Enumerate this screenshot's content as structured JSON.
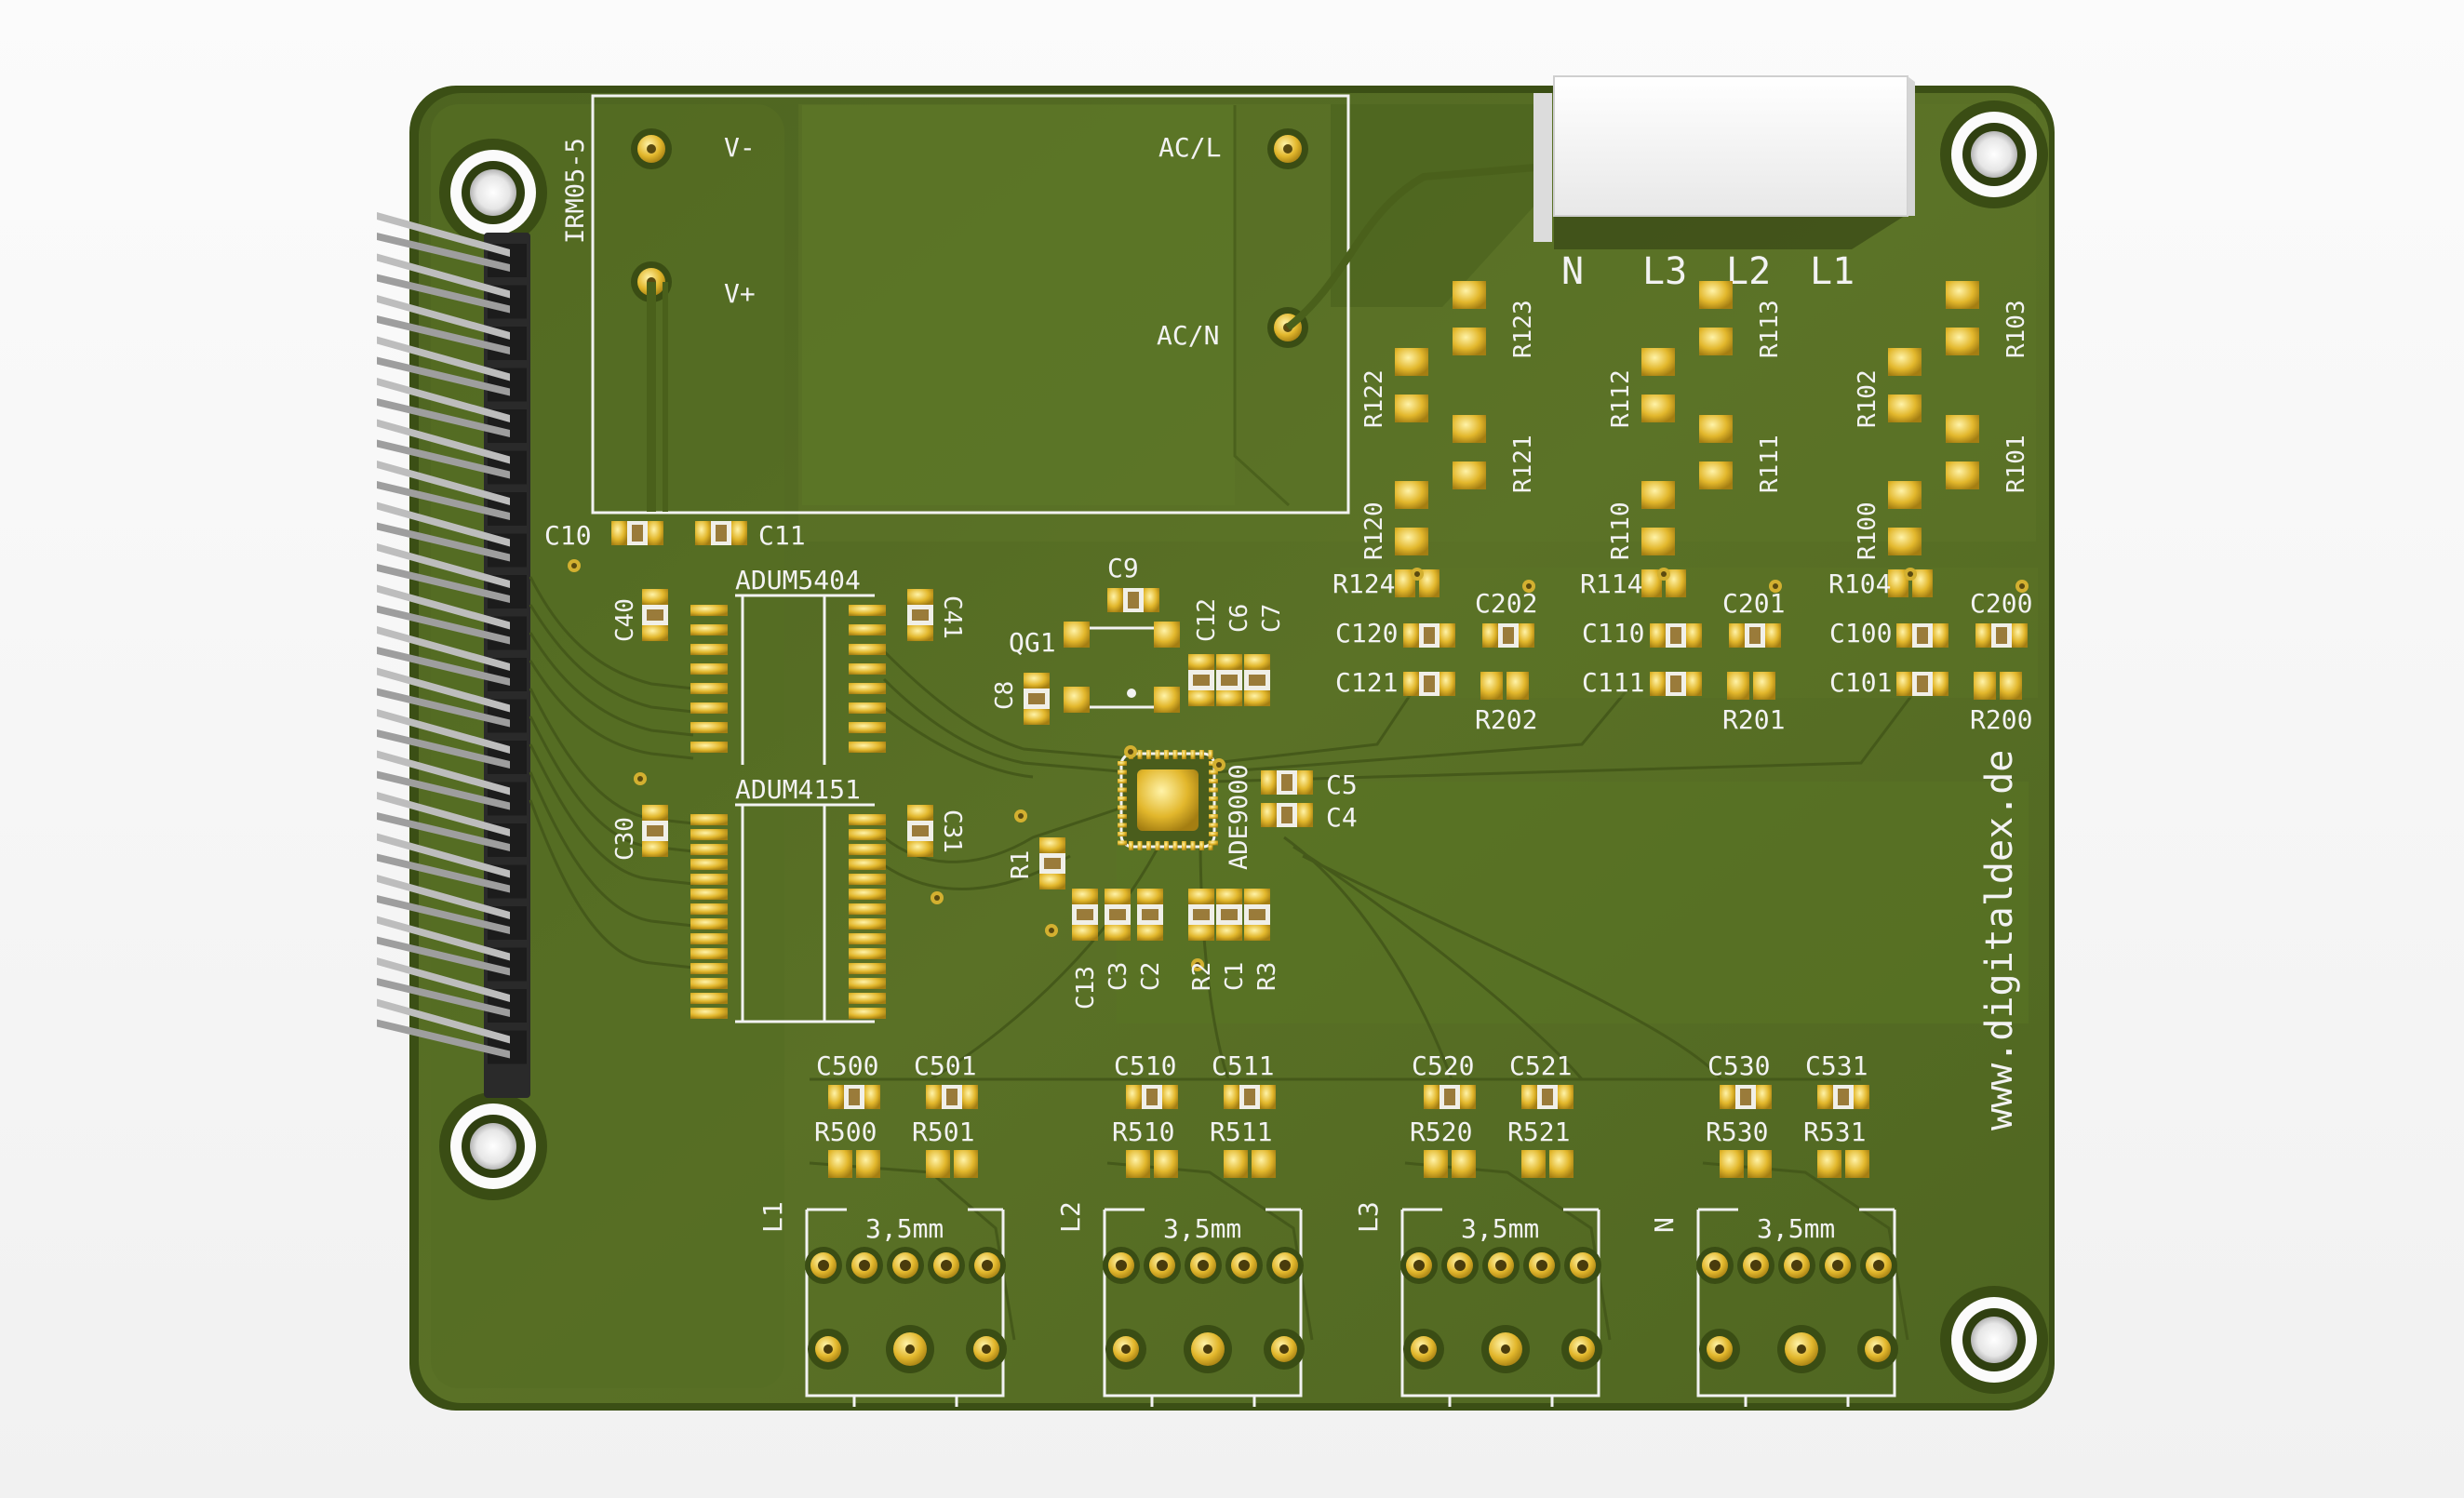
{
  "colors": {
    "background": "#f3f3f3",
    "board": "#556b22",
    "board_dark": "#3e5316",
    "copper_pour": "#5c7526",
    "silkscreen": "#f2f2f2",
    "pad_gold": "#e7c23a",
    "pin_header": "#2a2a2a",
    "pin_metal": "#c8c8c8"
  },
  "psu": {
    "ref": "IRM05-5",
    "vminus": "V-",
    "vplus": "V+",
    "acl": "AC/L",
    "acn": "AC/N"
  },
  "connector_labels": {
    "n": "N",
    "l3": "L3",
    "l2": "L2",
    "l1": "L1"
  },
  "ic": {
    "u1": "ADUM5404",
    "u2": "ADUM4151",
    "u3": "ADE9000",
    "osc": "QG1"
  },
  "website": "www.digitaldex.de",
  "caps_top": {
    "c10": "C10",
    "c11": "C11",
    "c40": "C40",
    "c41": "C41",
    "c30": "C30",
    "c31": "C31",
    "c9": "C9",
    "c8": "C8",
    "c12": "C12",
    "c6": "C6",
    "c7": "C7",
    "c5": "C5",
    "c4": "C4"
  },
  "bottom_small": {
    "r1": "R1",
    "c13": "C13",
    "c3": "C3",
    "c2": "C2",
    "r2": "R2",
    "c1": "C1",
    "r3": "R3"
  },
  "divider_resistors": {
    "r123": "R123",
    "r122": "R122",
    "r121": "R121",
    "r120": "R120",
    "r124": "R124",
    "r113": "R113",
    "r112": "R112",
    "r111": "R111",
    "r110": "R110",
    "r114": "R114",
    "r103": "R103",
    "r102": "R102",
    "r101": "R101",
    "r100": "R100",
    "r104": "R104"
  },
  "filter_parts": {
    "c202": "C202",
    "c120": "C120",
    "c121": "C121",
    "r202": "R202",
    "c201": "C201",
    "c110": "C110",
    "c111": "C111",
    "r201": "R201",
    "c200": "C200",
    "c100": "C100",
    "c101": "C101",
    "r200": "R200"
  },
  "channels": [
    {
      "c_a": "C500",
      "c_b": "C501",
      "r_a": "R500",
      "r_b": "R501",
      "line": "L1",
      "jack": "3,5mm"
    },
    {
      "c_a": "C510",
      "c_b": "C511",
      "r_a": "R510",
      "r_b": "R511",
      "line": "L2",
      "jack": "3,5mm"
    },
    {
      "c_a": "C520",
      "c_b": "C521",
      "r_a": "R520",
      "r_b": "R521",
      "line": "L3",
      "jack": "3,5mm"
    },
    {
      "c_a": "C530",
      "c_b": "C531",
      "r_a": "R530",
      "r_b": "R531",
      "line": "N",
      "jack": "3,5mm"
    }
  ]
}
